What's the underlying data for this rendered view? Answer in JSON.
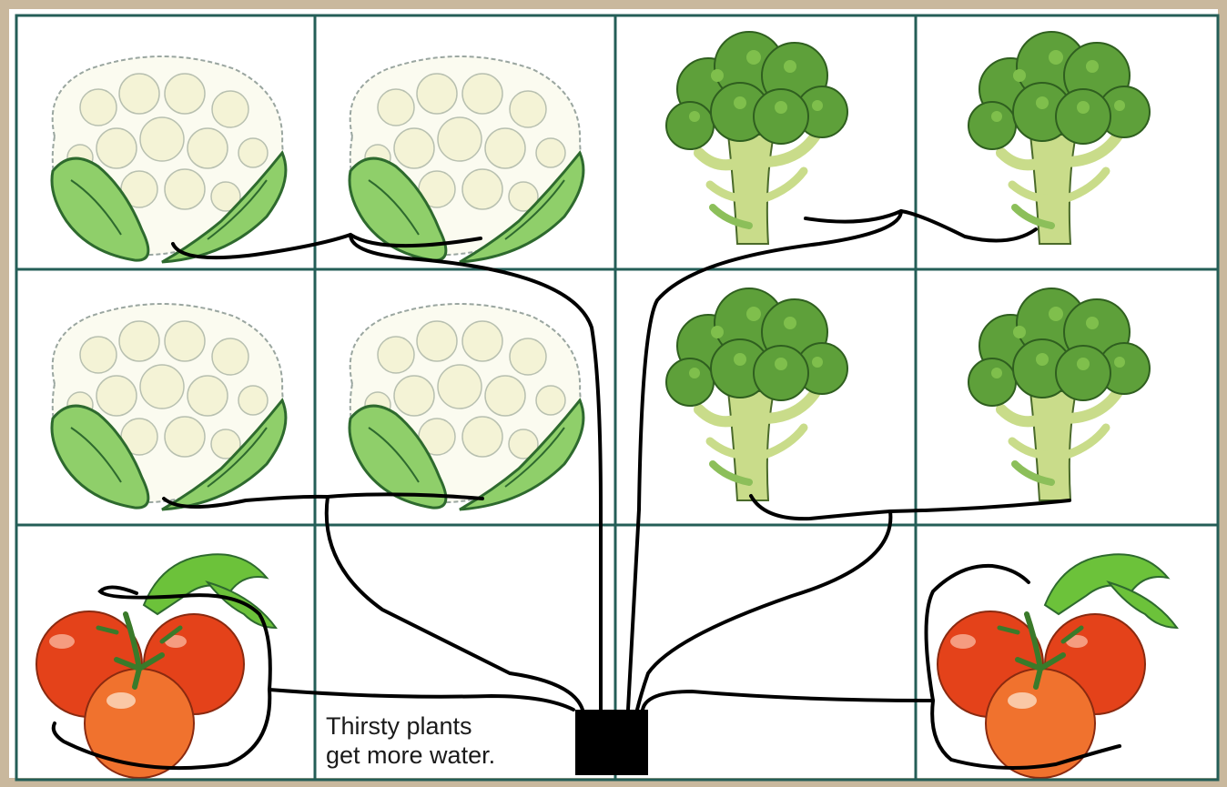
{
  "caption": {
    "line1": "Thirsty plants",
    "line2": "get more water."
  },
  "colors": {
    "frame": "#c9b89d",
    "grid": "#245e57",
    "hose": "#000000",
    "manifold": "#000000",
    "cauliflower_leaf": "#8fcf6a",
    "cauliflower_curd": "#fbfbf0",
    "broccoli_head": "#5ea03a",
    "broccoli_stem": "#c9dc8a",
    "tomato": "#e4421a",
    "tomato_leaf": "#6cc23a"
  },
  "grid": {
    "columns": 4,
    "rows": 3
  },
  "plants": [
    {
      "name": "cauliflower",
      "icon": "cauliflower-icon"
    },
    {
      "name": "broccoli",
      "icon": "broccoli-icon"
    },
    {
      "name": "tomato",
      "icon": "tomato-icon"
    }
  ],
  "manifold": {
    "icon": "water-manifold-icon"
  }
}
